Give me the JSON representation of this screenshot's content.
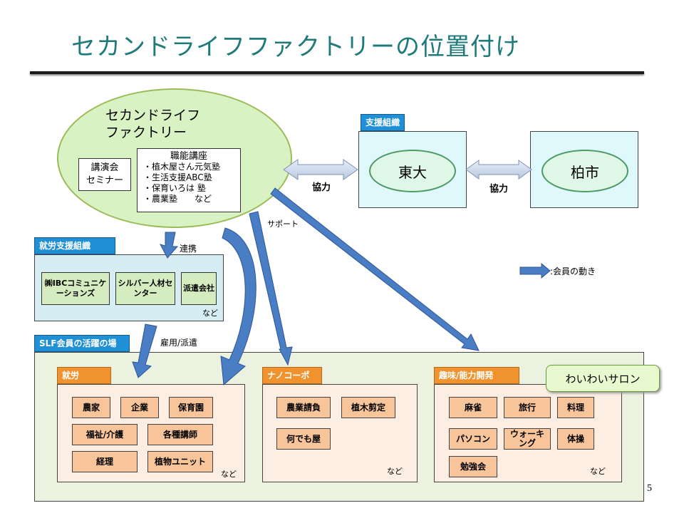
{
  "title": "セカンドライフファクトリーの位置付け",
  "slf": {
    "name_line1": "セカンドライフ",
    "name_line2": "ファクトリー",
    "lecture": "講演会\nセミナー",
    "courses_title": "職能講座",
    "courses": [
      "・植木屋さん元気塾",
      "・生活支援ABC塾",
      "・保育いろは 塾",
      "・農業塾　　など"
    ]
  },
  "support": {
    "tab": "支援組織",
    "todai": "東大",
    "kashiwa": "柏市",
    "coop1": "協力",
    "coop2": "協力"
  },
  "labels": {
    "support_arrow": "サポート",
    "renkei": "連携",
    "koyou": "雇用/派遣",
    "legend": ":会員の動き"
  },
  "employment_orgs": {
    "tab": "就労支援組織",
    "items": [
      "㈱IBCコミュニケーションズ",
      "シルバー人材センター",
      "派遣会社"
    ],
    "etc": "など"
  },
  "activity": {
    "tab": "SLF会員の活躍の場",
    "work": {
      "tab": "就労",
      "items": [
        "農家",
        "企業",
        "保育園",
        "福祉/介護",
        "各種講師",
        "経理",
        "植物ユニット"
      ],
      "etc": "など"
    },
    "nano": {
      "tab": "ナノコーポ",
      "items": [
        "農業請負",
        "植木剪定",
        "何でも屋"
      ],
      "etc": "など"
    },
    "hobby": {
      "tab": "趣味/能力開発",
      "items": [
        "麻雀",
        "旅行",
        "料理",
        "パソコン",
        "ウォーキング",
        "体操",
        "勉強会"
      ],
      "etc": "など"
    },
    "salon": "わいわいサロン"
  },
  "page_number": "5",
  "colors": {
    "title": "#1f7a7a",
    "tab_blue": "#1f8fd6",
    "tab_orange": "#f0932f",
    "arrow_blue": "#4a7ec4"
  }
}
